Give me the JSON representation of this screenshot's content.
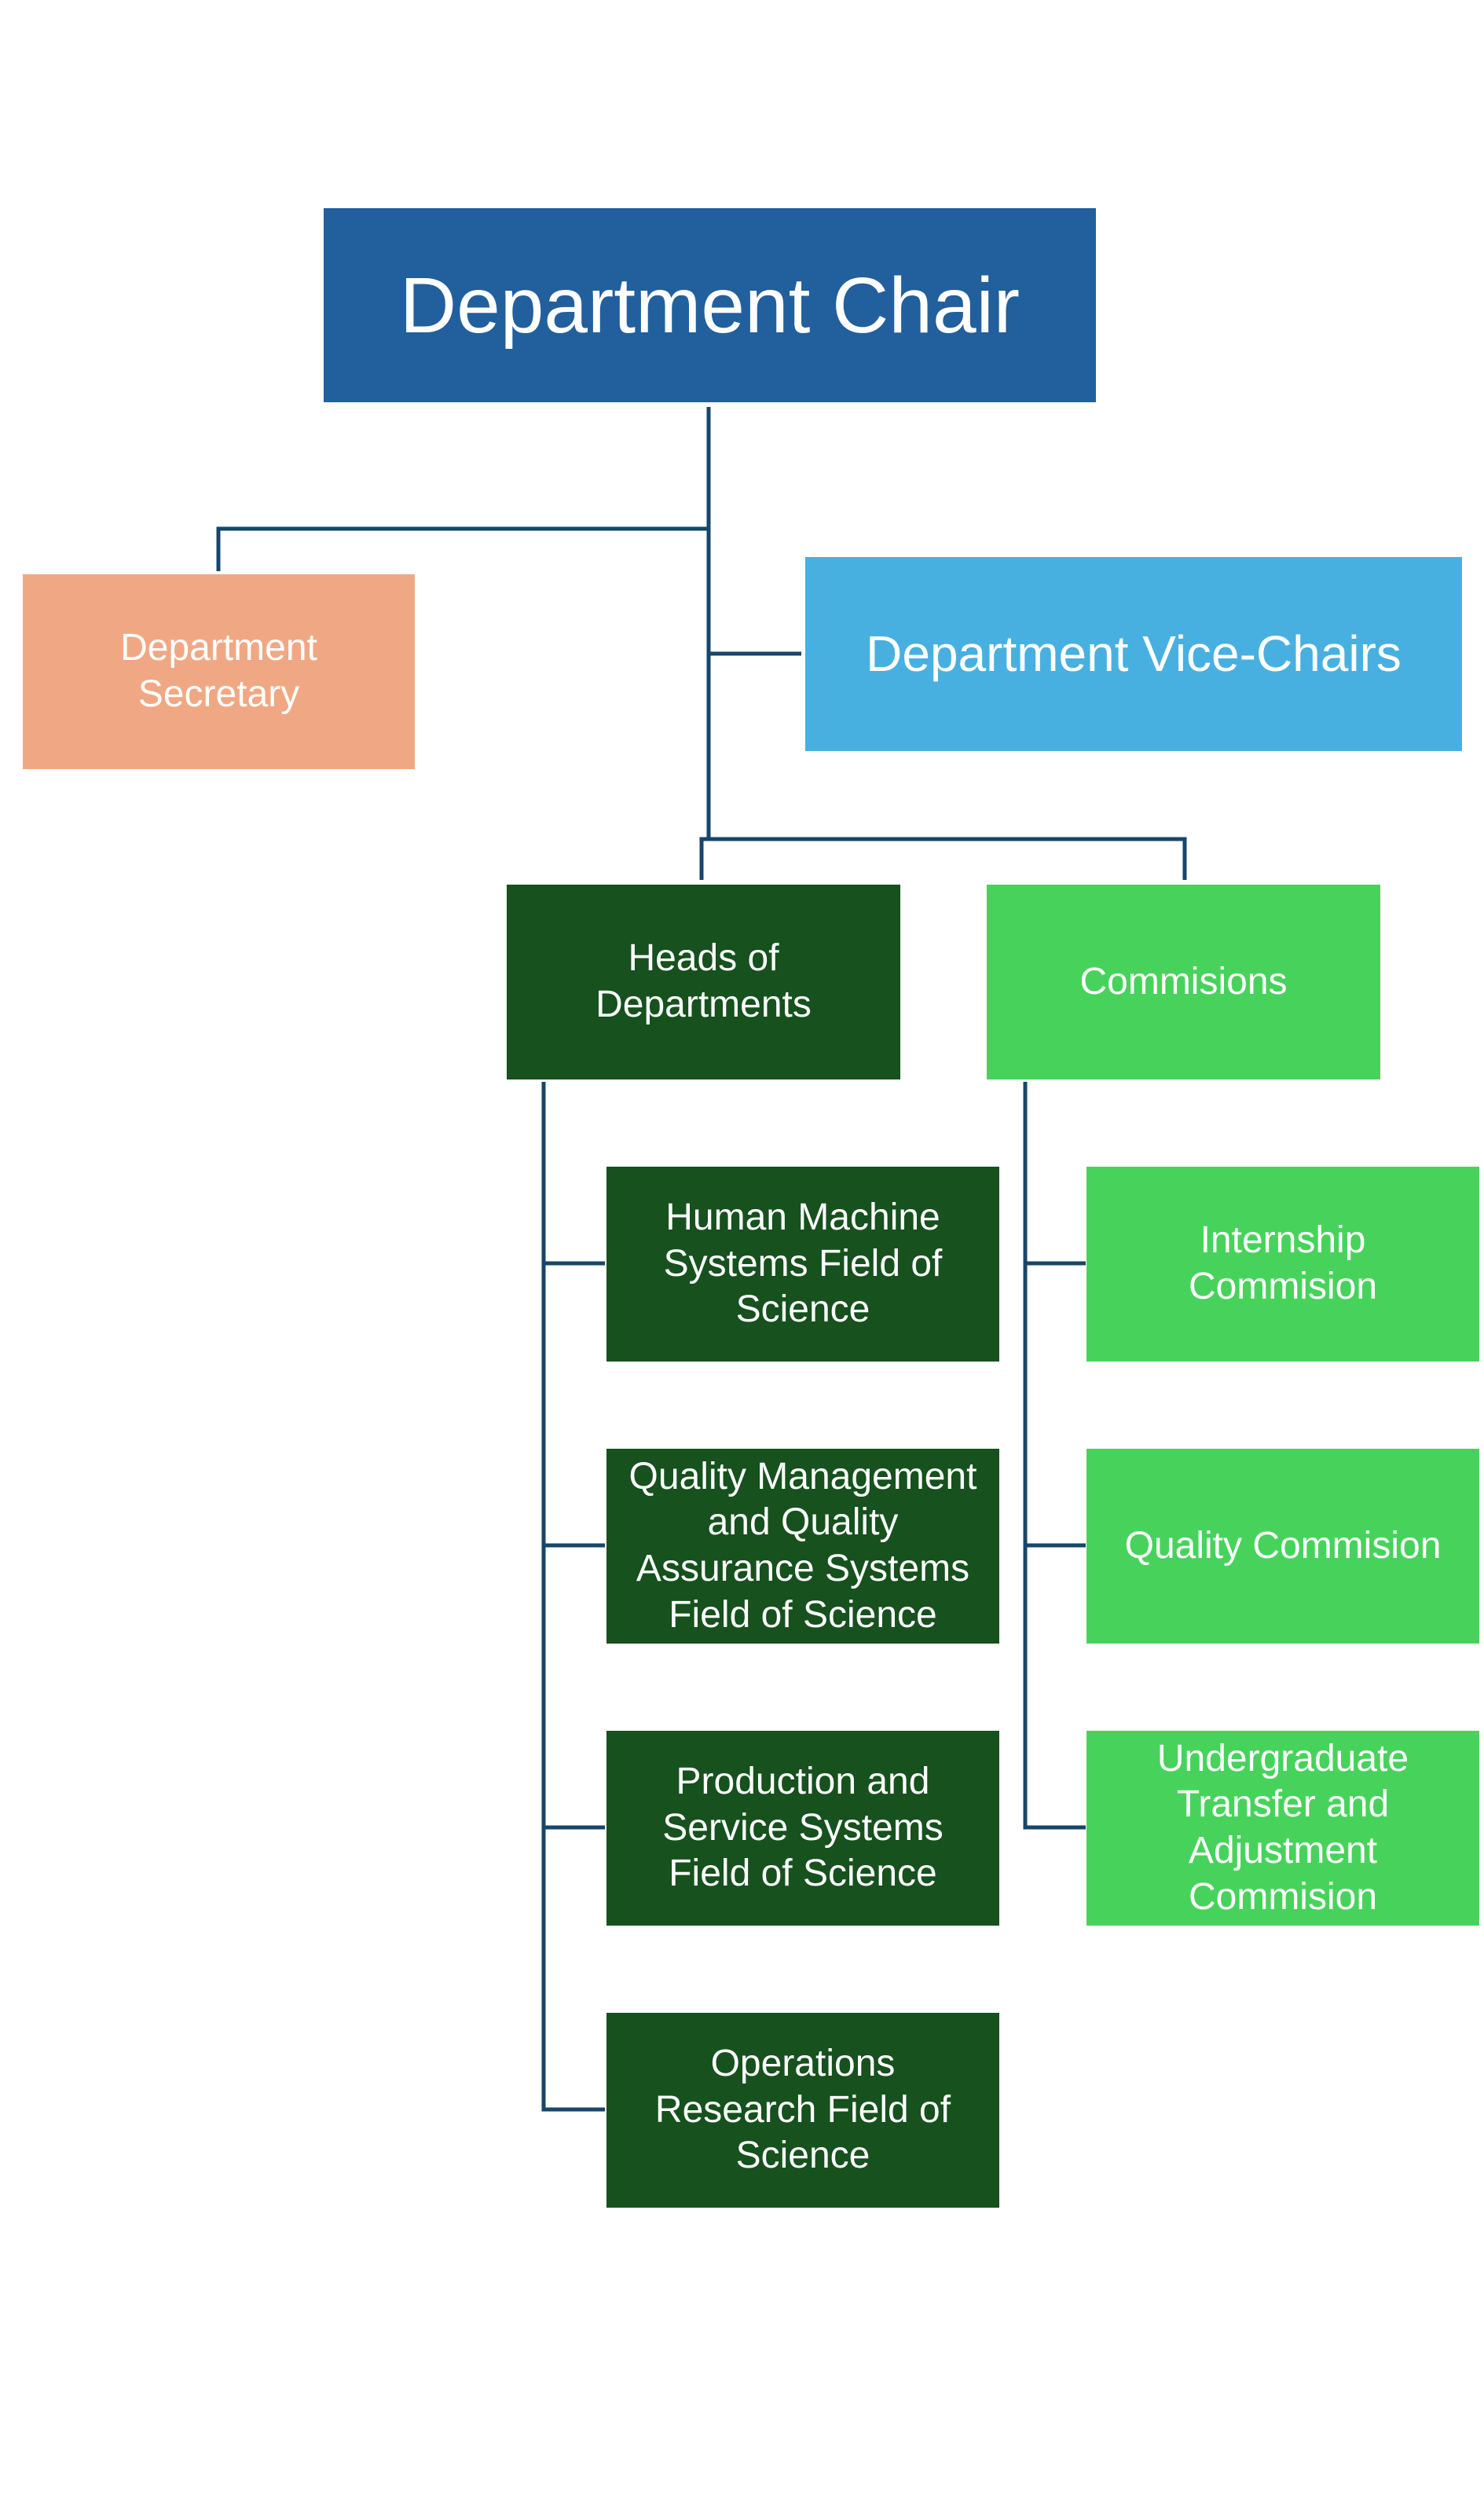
{
  "colors": {
    "connector": "#16466a",
    "chair": "#225f9d",
    "secretary": "#f0a884",
    "vice_chairs": "#48b0e0",
    "dark_green": "#16511e",
    "light_green": "#47d35b",
    "text": "#ffffff"
  },
  "chair": {
    "label": "Department Chair"
  },
  "secretary": {
    "label": "Department\nSecretary"
  },
  "vice_chairs": {
    "label": "Department Vice-Chairs"
  },
  "heads": {
    "label": "Heads of\nDepartments",
    "children": [
      {
        "label": "Human Machine\nSystems Field of\nScience"
      },
      {
        "label": "Quality Management\nand Quality\nAssurance Systems\nField of Science"
      },
      {
        "label": "Production and\nService Systems\nField of Science"
      },
      {
        "label": "Operations\nResearch Field of\nScience"
      }
    ]
  },
  "commissions": {
    "label": "Commisions",
    "children": [
      {
        "label": "Internship\nCommision"
      },
      {
        "label": "Quality Commision"
      },
      {
        "label": "Undergraduate\nTransfer and\nAdjustment\nCommision"
      }
    ]
  }
}
